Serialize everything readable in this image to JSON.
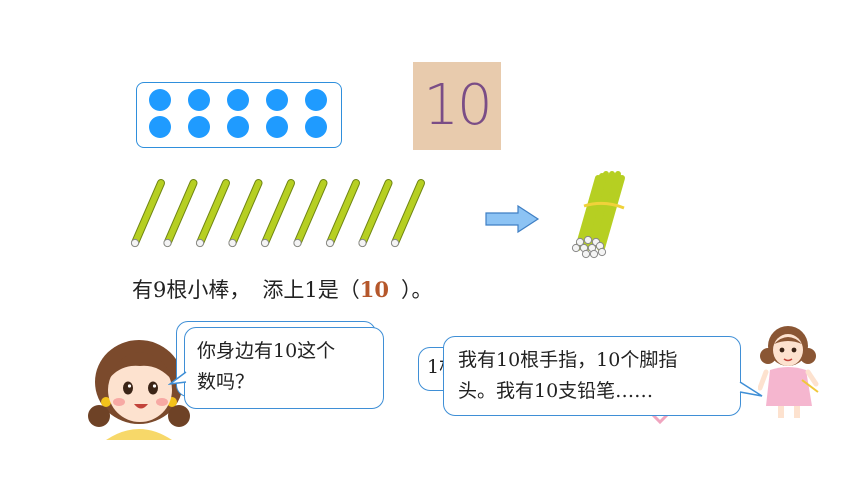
{
  "number_card": {
    "value": "10",
    "bg_color": "#e8cbad",
    "text_color": "#7a4d86"
  },
  "dot_frame": {
    "dot_count": 10,
    "dot_color": "#1f9bff"
  },
  "sticks": {
    "loose_count": 9,
    "stick_color": "#b6cf22",
    "arrow_color": "#8cc3f4"
  },
  "sentence": {
    "before": "有9根小棒，",
    "middle": "添上1是（",
    "answer": "10",
    "after": "）。"
  },
  "bubble_left": {
    "line1": "你身边有10这个",
    "line2": "数吗？"
  },
  "bubble_right": {
    "line1": "我有10根手指，10个脚指",
    "line2": "头。我有10支铅笔……",
    "back_text": "1根"
  }
}
